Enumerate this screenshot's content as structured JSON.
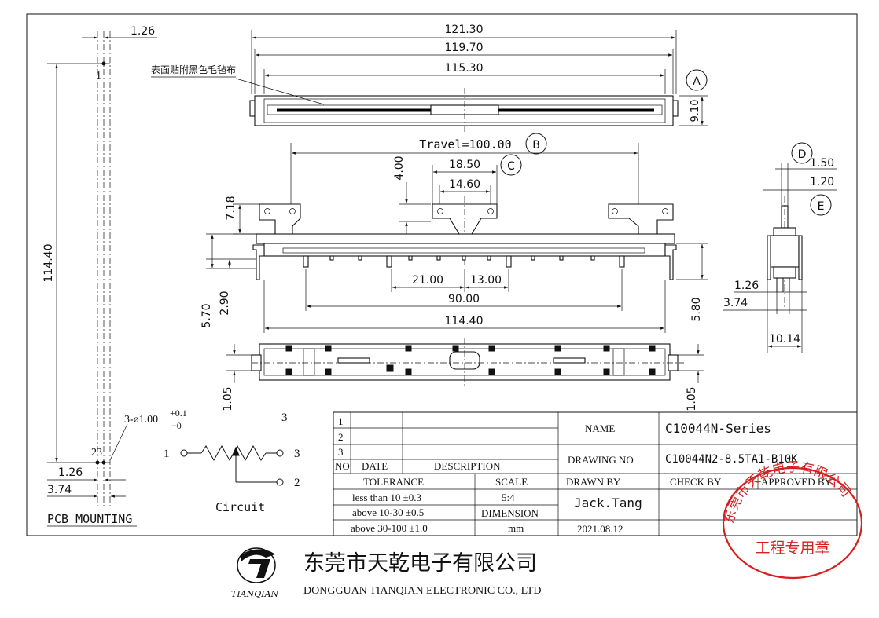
{
  "dimensions": {
    "len_121_30": "121.30",
    "len_119_70": "119.70",
    "len_115_30": "115.30",
    "h_9_10": "9.10",
    "travel": "Travel=100.00",
    "d_4_00": "4.00",
    "d_18_50": "18.50",
    "d_14_60": "14.60",
    "d_7_18": "7.18",
    "d_21_00": "21.00",
    "d_13_00": "13.00",
    "d_90_00": "90.00",
    "d_114_40_h": "114.40",
    "d_5_70": "5.70",
    "d_2_90": "2.90",
    "d_5_80": "5.80",
    "d_1_05_left": "1.05",
    "d_1_05_right": "1.05",
    "d_1_50": "1.50",
    "d_1_20": "1.20",
    "d_1_26_side": "1.26",
    "d_3_74_side": "3.74",
    "d_10_14": "10.14",
    "pcb_1_26_top": "1.26",
    "pcb_114_40_v": "114.40",
    "pcb_1_26_bottom": "1.26",
    "pcb_3_74": "3.74",
    "pcb_pin_1": "1",
    "pcb_pins_23": "23",
    "hole_spec": "3-ø1.00",
    "hole_tol_plus": "+0.1",
    "hole_tol_minus": "−0"
  },
  "callouts": {
    "A": "A",
    "B": "B",
    "C": "C",
    "D": "D",
    "E": "E"
  },
  "annotation_felt": "表面贴附黑色毛毡布",
  "pcb_mounting_label": "PCB MOUNTING",
  "circuit": {
    "label": "Circuit",
    "pin_top": "3",
    "pin_1": "1",
    "pin_3": "3",
    "pin_2": "2"
  },
  "title_block": {
    "rev_rows": [
      "1",
      "2",
      "3"
    ],
    "col_no": "NO",
    "col_date": "DATE",
    "col_description": "DESCRIPTION",
    "tolerance_label": "TOLERANCE",
    "scale_label": "SCALE",
    "tol_rows": [
      {
        "range": "less than  10  ±0.3",
        "right": "5:4"
      },
      {
        "range": "above 10-30 ±0.5",
        "right": "DIMENSION"
      },
      {
        "range": "above 30-100 ±1.0",
        "right": "mm"
      }
    ],
    "name_label": "NAME",
    "name_value": "C10044N-Series",
    "drawing_no_label": "DRAWING NO",
    "drawing_no_value": "C10044N2-8.5TA1-B10K",
    "drawn_by_label": "DRAWN BY",
    "drawn_by_value": "Jack.Tang",
    "date_value": "2021.08.12",
    "check_by_label": "CHECK BY",
    "approved_by_label": "APPROVED BY"
  },
  "stamp": {
    "company_arc": "东莞市天乾电子有限公司",
    "bottom_text": "工程专用章",
    "color": "#d61f1f"
  },
  "company": {
    "logo_text": "TIANQIAN",
    "name_cn": "东莞市天乾电子有限公司",
    "name_en": "DONGGUAN TIANQIAN  ELECTRONIC CO., LTD"
  }
}
